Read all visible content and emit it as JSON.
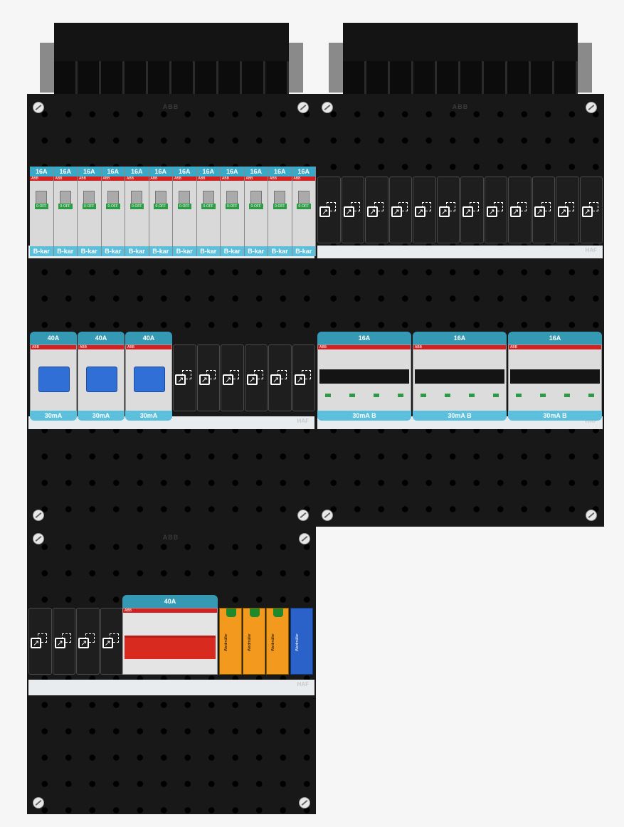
{
  "logo_text": "ABB",
  "rail_brand": "HAF",
  "upper_left": {
    "mcb_top_labels": [
      "16A",
      "16A",
      "16A",
      "16A",
      "16A",
      "16A",
      "16A",
      "16A",
      "16A",
      "16A",
      "16A",
      "16A"
    ],
    "mcb_bottom_labels": [
      "B-kar",
      "B-kar",
      "B-kar",
      "B-kar",
      "B-kar",
      "B-kar",
      "B-kar",
      "B-kar",
      "B-kar",
      "B-kar",
      "B-kar",
      "B-kar"
    ],
    "rcd_top_labels": [
      "40A",
      "40A",
      "40A"
    ],
    "rcd_bottom_labels": [
      "30mA",
      "30mA",
      "30mA"
    ],
    "blank_count": 6
  },
  "upper_right": {
    "blank_count": 12,
    "rcbo_top_labels": [
      "16A",
      "16A",
      "16A"
    ],
    "rcbo_bottom_labels": [
      "30mA B",
      "30mA B",
      "30mA B"
    ]
  },
  "lower": {
    "blank_count": 4,
    "main_switch_label": "40A",
    "spd_brand": "Weidmüller"
  },
  "colors": {
    "label_teal": "#3599b4",
    "label_light": "#5cc0dd",
    "panel_black": "#181818",
    "abb_red": "#d42020",
    "lever_blue": "#2f6fd6",
    "spd_orange": "#f39a1e",
    "spd_blue": "#2a62c9"
  },
  "icons": [
    "screw-icon",
    "popout-icon"
  ]
}
